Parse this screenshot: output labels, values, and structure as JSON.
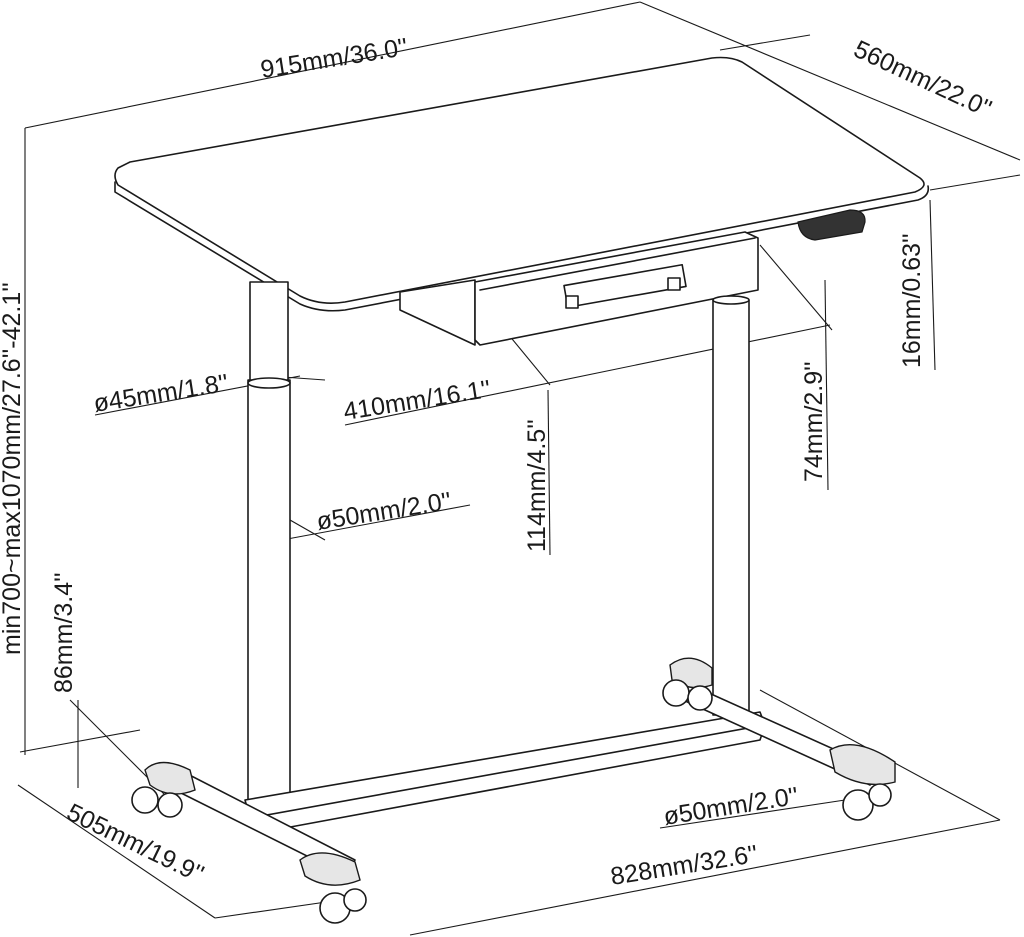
{
  "dimensions": {
    "width": "915mm/36.0''",
    "depth": "560mm/22.0''",
    "top_thickness": "16mm/0.63''",
    "height_range": "min700~max1070mm/27.6''-42.1''",
    "upper_column_diameter": "ø45mm/1.8''",
    "drawer_width": "410mm/16.1''",
    "drawer_depth_height": "74mm/2.9''",
    "drawer_height": "114mm/4.5''",
    "lower_column_diameter": "ø50mm/2.0''",
    "caster_height": "86mm/3.4''",
    "base_depth": "505mm/19.9''",
    "caster_diameter": "ø50mm/2.0''",
    "base_width": "828mm/32.6''"
  }
}
